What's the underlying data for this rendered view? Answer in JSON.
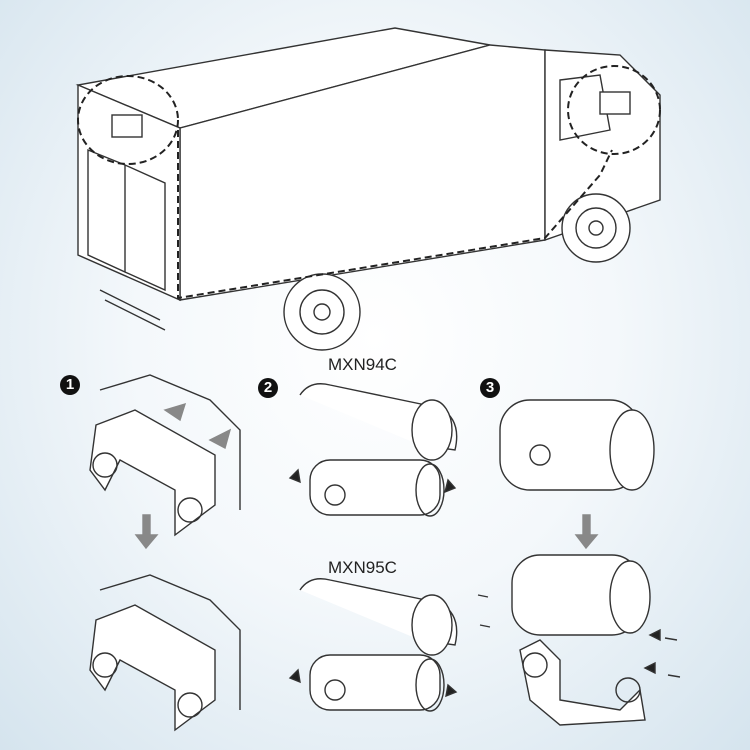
{
  "steps": [
    {
      "number": "1"
    },
    {
      "number": "2",
      "models": [
        "MXN94C",
        "MXN95C"
      ]
    },
    {
      "number": "3"
    }
  ],
  "colors": {
    "line": "#333333",
    "arrow": "#888888",
    "background": "#d5e4ee"
  }
}
